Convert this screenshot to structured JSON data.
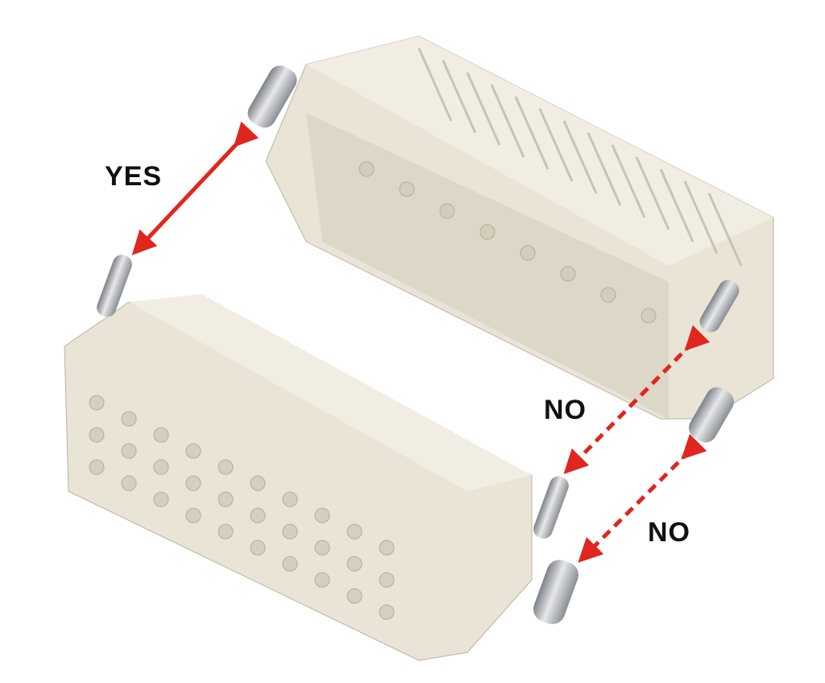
{
  "labels": {
    "yes": "YES",
    "no_upper": "NO",
    "no_lower": "NO"
  },
  "colors": {
    "housing": "#e9e4d6",
    "housing_shade": "#cfc9b8",
    "metal": "#b8bcc0",
    "arrow": "#e0261f"
  },
  "arrows": [
    {
      "label": "YES",
      "style": "solid"
    },
    {
      "label": "NO",
      "style": "dashed"
    },
    {
      "label": "NO",
      "style": "dashed"
    }
  ]
}
